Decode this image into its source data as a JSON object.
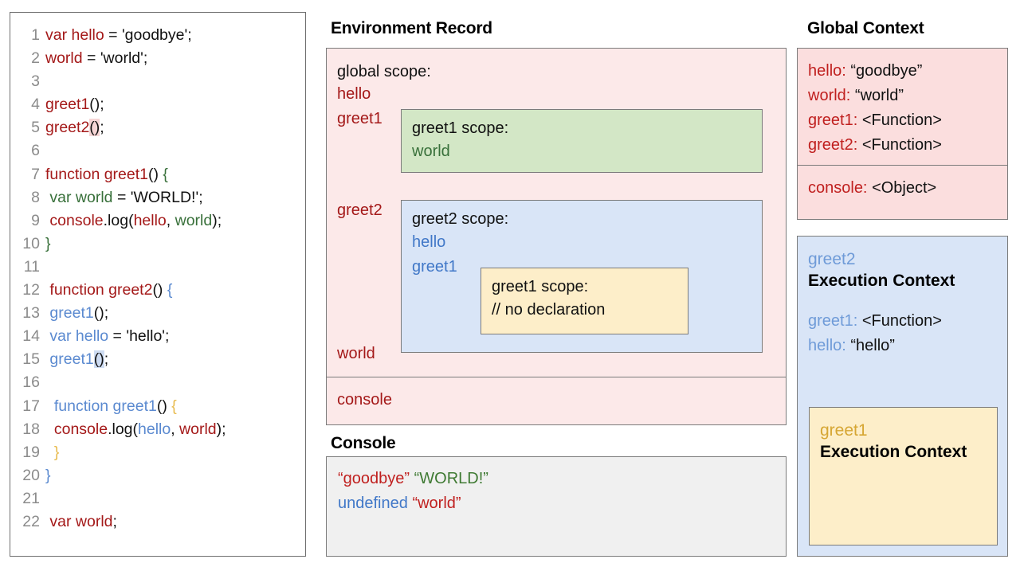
{
  "code_panel": {
    "name": "source-code",
    "lines": [
      {
        "n": "1",
        "tokens": [
          {
            "t": "var hello",
            "c": "red"
          },
          {
            "t": " = ",
            "c": "plain"
          },
          {
            "t": "'goodbye';",
            "c": "plain"
          }
        ]
      },
      {
        "n": "2",
        "tokens": [
          {
            "t": "world",
            "c": "red"
          },
          {
            "t": " = 'world';",
            "c": "plain"
          }
        ]
      },
      {
        "n": "3",
        "tokens": []
      },
      {
        "n": "4",
        "tokens": [
          {
            "t": "greet1",
            "c": "red"
          },
          {
            "t": "();",
            "c": "plain"
          }
        ]
      },
      {
        "n": "5",
        "tokens": [
          {
            "t": "greet2",
            "c": "red"
          },
          {
            "t": "()",
            "c": "plain",
            "hl": "red"
          },
          {
            "t": ";",
            "c": "plain"
          }
        ]
      },
      {
        "n": "6",
        "tokens": []
      },
      {
        "n": "7",
        "tokens": [
          {
            "t": "function greet1",
            "c": "red"
          },
          {
            "t": "() ",
            "c": "plain"
          },
          {
            "t": "{",
            "c": "green"
          }
        ]
      },
      {
        "n": "8",
        "tokens": [
          {
            "t": " ",
            "c": "plain"
          },
          {
            "t": "var world",
            "c": "green"
          },
          {
            "t": " = 'WORLD!';",
            "c": "plain"
          }
        ]
      },
      {
        "n": "9",
        "tokens": [
          {
            "t": " ",
            "c": "plain"
          },
          {
            "t": "console",
            "c": "red"
          },
          {
            "t": ".log(",
            "c": "plain"
          },
          {
            "t": "hello",
            "c": "red"
          },
          {
            "t": ", ",
            "c": "plain"
          },
          {
            "t": "world",
            "c": "green"
          },
          {
            "t": ");",
            "c": "plain"
          }
        ]
      },
      {
        "n": "10",
        "tokens": [
          {
            "t": "}",
            "c": "green"
          }
        ]
      },
      {
        "n": "11",
        "tokens": []
      },
      {
        "n": "12",
        "tokens": [
          {
            "t": " ",
            "c": "plain"
          },
          {
            "t": "function greet2",
            "c": "red"
          },
          {
            "t": "() ",
            "c": "plain"
          },
          {
            "t": "{",
            "c": "blue"
          }
        ]
      },
      {
        "n": "13",
        "tokens": [
          {
            "t": " ",
            "c": "plain"
          },
          {
            "t": "greet1",
            "c": "blue"
          },
          {
            "t": "();",
            "c": "plain"
          }
        ]
      },
      {
        "n": "14",
        "tokens": [
          {
            "t": " ",
            "c": "plain"
          },
          {
            "t": "var hello",
            "c": "blue"
          },
          {
            "t": " = 'hello';",
            "c": "plain"
          }
        ]
      },
      {
        "n": "15",
        "tokens": [
          {
            "t": " ",
            "c": "plain"
          },
          {
            "t": "greet1",
            "c": "blue"
          },
          {
            "t": "()",
            "c": "plain",
            "hl": "blue"
          },
          {
            "t": ";",
            "c": "plain"
          }
        ]
      },
      {
        "n": "16",
        "tokens": []
      },
      {
        "n": "17",
        "tokens": [
          {
            "t": "  ",
            "c": "plain"
          },
          {
            "t": "function greet1",
            "c": "blue"
          },
          {
            "t": "() ",
            "c": "plain"
          },
          {
            "t": "{",
            "c": "gold"
          }
        ]
      },
      {
        "n": "18",
        "tokens": [
          {
            "t": "  ",
            "c": "plain"
          },
          {
            "t": "console",
            "c": "red"
          },
          {
            "t": ".log(",
            "c": "plain"
          },
          {
            "t": "hello",
            "c": "blue"
          },
          {
            "t": ", ",
            "c": "plain"
          },
          {
            "t": "world",
            "c": "red"
          },
          {
            "t": ");",
            "c": "plain"
          }
        ]
      },
      {
        "n": "19",
        "tokens": [
          {
            "t": "  ",
            "c": "plain"
          },
          {
            "t": "}",
            "c": "gold"
          }
        ]
      },
      {
        "n": "20",
        "tokens": [
          {
            "t": "}",
            "c": "blue"
          }
        ]
      },
      {
        "n": "21",
        "tokens": []
      },
      {
        "n": "22",
        "tokens": [
          {
            "t": " ",
            "c": "plain"
          },
          {
            "t": "var world",
            "c": "red"
          },
          {
            "t": ";",
            "c": "plain"
          }
        ]
      }
    ]
  },
  "environment_record": {
    "heading": "Environment Record",
    "global_scope_label": "global scope:",
    "global_vars": {
      "hello": "hello",
      "greet1": "greet1",
      "greet2": "greet2",
      "world": "world"
    },
    "console_entry": "console",
    "greet1_scope": {
      "title": "greet1 scope:",
      "entries": [
        "world"
      ]
    },
    "greet2_scope": {
      "title": "greet2 scope:",
      "entries": [
        "hello",
        "greet1"
      ]
    },
    "greet1_inner_scope": {
      "title": "greet1 scope:",
      "note": "// no declaration"
    }
  },
  "console": {
    "heading": "Console",
    "lines": [
      {
        "parts": [
          {
            "t": "“goodbye”",
            "c": "red"
          },
          {
            "t": " ",
            "c": "plain"
          },
          {
            "t": "“WORLD!”",
            "c": "green"
          }
        ]
      },
      {
        "parts": [
          {
            "t": "undefined",
            "c": "blue"
          },
          {
            "t": " ",
            "c": "plain"
          },
          {
            "t": "“world”",
            "c": "red"
          }
        ]
      }
    ],
    "line_1_text": "“goodbye” “WORLD!”",
    "line_2_text": "undefined “world”"
  },
  "global_context": {
    "heading": "Global Context",
    "rows": [
      {
        "key": "hello:",
        "value": "“goodbye”"
      },
      {
        "key": "world:",
        "value": "“world”"
      },
      {
        "key": "greet1:",
        "value": "<Function>"
      },
      {
        "key": "greet2:",
        "value": "<Function>"
      }
    ],
    "console_row": {
      "key": "console:",
      "value": "<Object>"
    }
  },
  "greet2_execution_context": {
    "name": "greet2",
    "title": "Execution Context",
    "rows": [
      {
        "key": "greet1:",
        "value": "<Function>"
      },
      {
        "key": "hello:",
        "value": "“hello”"
      }
    ]
  },
  "greet1_execution_context": {
    "name": "greet1",
    "title": "Execution Context"
  },
  "colors": {
    "red": "#a41919",
    "blue": "#5b8ad0",
    "green": "#38703a",
    "gold": "#e8bb4e",
    "pink_panel": "#fce9e9",
    "green_panel": "#d3e7c6",
    "blue_panel": "#d9e5f7",
    "yellow_panel": "#fdeec9",
    "console_panel": "#f0f0f0",
    "border": "#7b7b7b"
  }
}
